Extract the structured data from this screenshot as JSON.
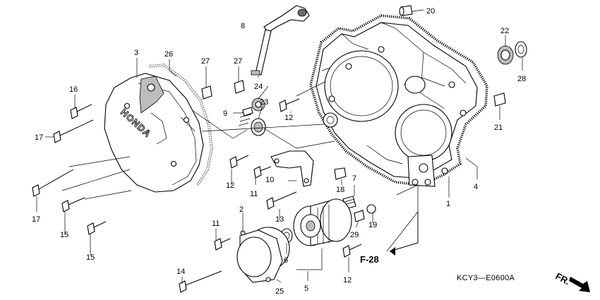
{
  "diagram": {
    "callouts": {
      "p1": "1",
      "p2": "2",
      "p3": "3",
      "p4": "4",
      "p5": "5",
      "p6": "6",
      "p7": "7",
      "p8": "8",
      "p9": "9",
      "p10": "10",
      "p11a": "11",
      "p11b": "11",
      "p12a": "12",
      "p12b": "12",
      "p12c": "12",
      "p13": "13",
      "p14": "14",
      "p15a": "15",
      "p15b": "15",
      "p16": "16",
      "p17a": "17",
      "p17b": "17",
      "p18": "18",
      "p19": "19",
      "p20": "20",
      "p21": "21",
      "p22": "22",
      "p23": "23",
      "p24": "24",
      "p25": "25",
      "p26": "26",
      "p27a": "27",
      "p27b": "27",
      "p28": "28",
      "p29": "29"
    },
    "cover_brand": "HONDA",
    "forward_ref": "F-28",
    "diagram_code": "KCY3—E0600A",
    "direction_label": "FR."
  }
}
